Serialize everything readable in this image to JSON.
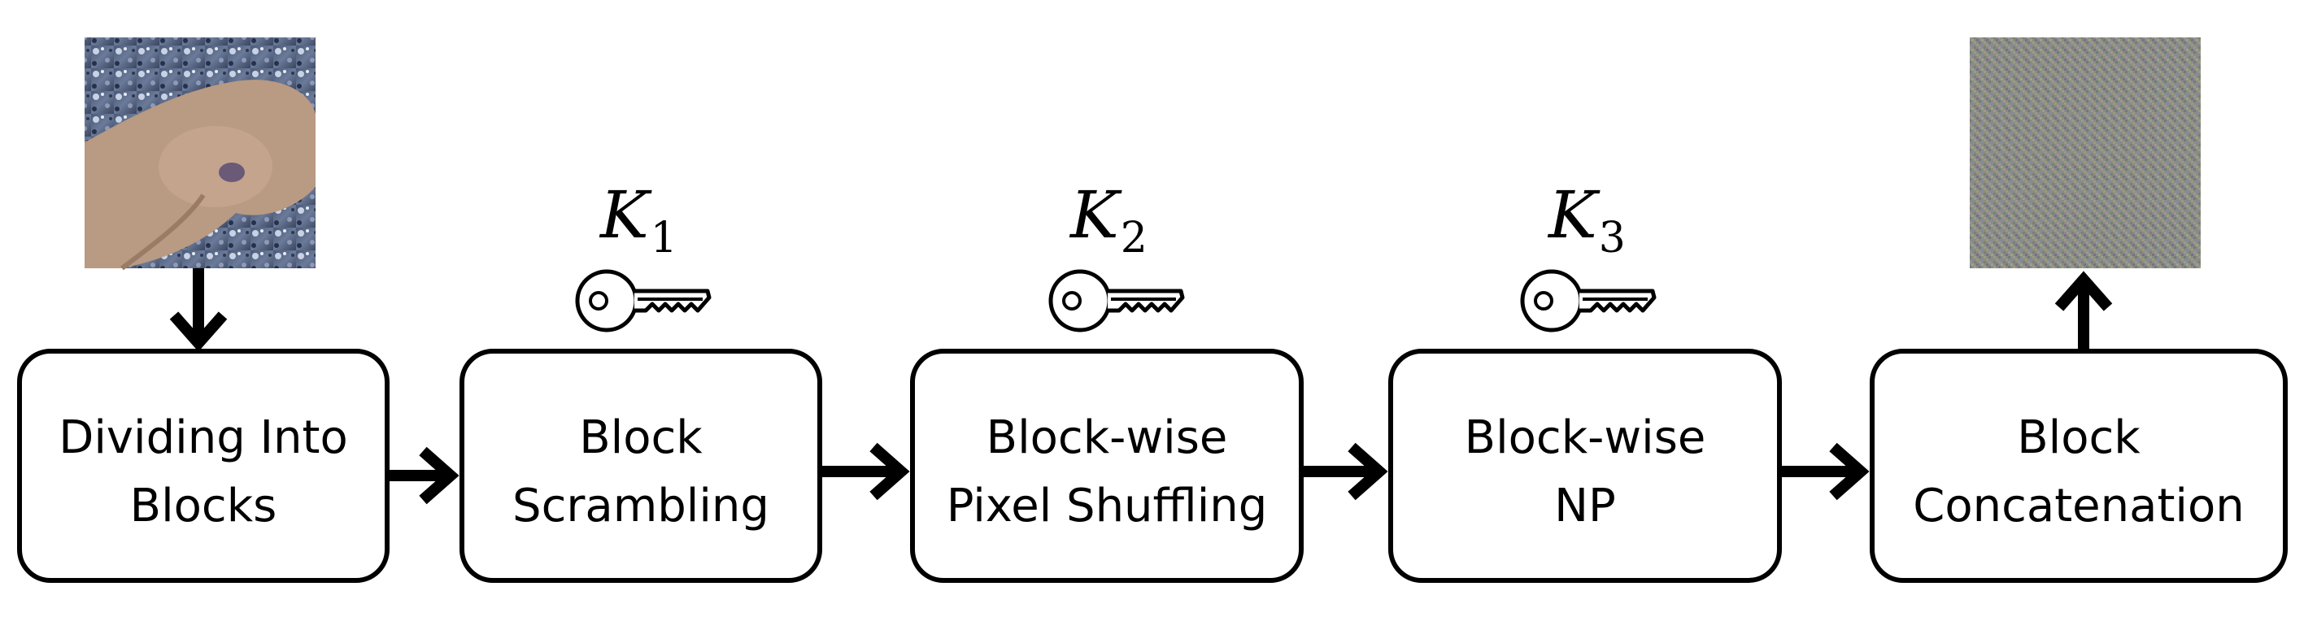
{
  "diagram": {
    "steps": [
      {
        "id": "divide",
        "line1": "Dividing Into",
        "line2": "Blocks"
      },
      {
        "id": "scramble",
        "line1": "Block",
        "line2": "Scrambling"
      },
      {
        "id": "shuffle",
        "line1": "Block-wise",
        "line2": "Pixel Shuffling"
      },
      {
        "id": "np",
        "line1": "Block-wise",
        "line2": "NP"
      },
      {
        "id": "concat",
        "line1": "Block",
        "line2": "Concatenation"
      }
    ],
    "keys": [
      {
        "letter": "K",
        "sub": "1"
      },
      {
        "letter": "K",
        "sub": "2"
      },
      {
        "letter": "K",
        "sub": "3"
      }
    ],
    "input_image": {
      "icon": "salamander-photo"
    },
    "output_image": {
      "icon": "noise-image"
    },
    "key_icon": "key-icon",
    "colors": {
      "stroke": "#000000",
      "background": "#ffffff"
    }
  }
}
